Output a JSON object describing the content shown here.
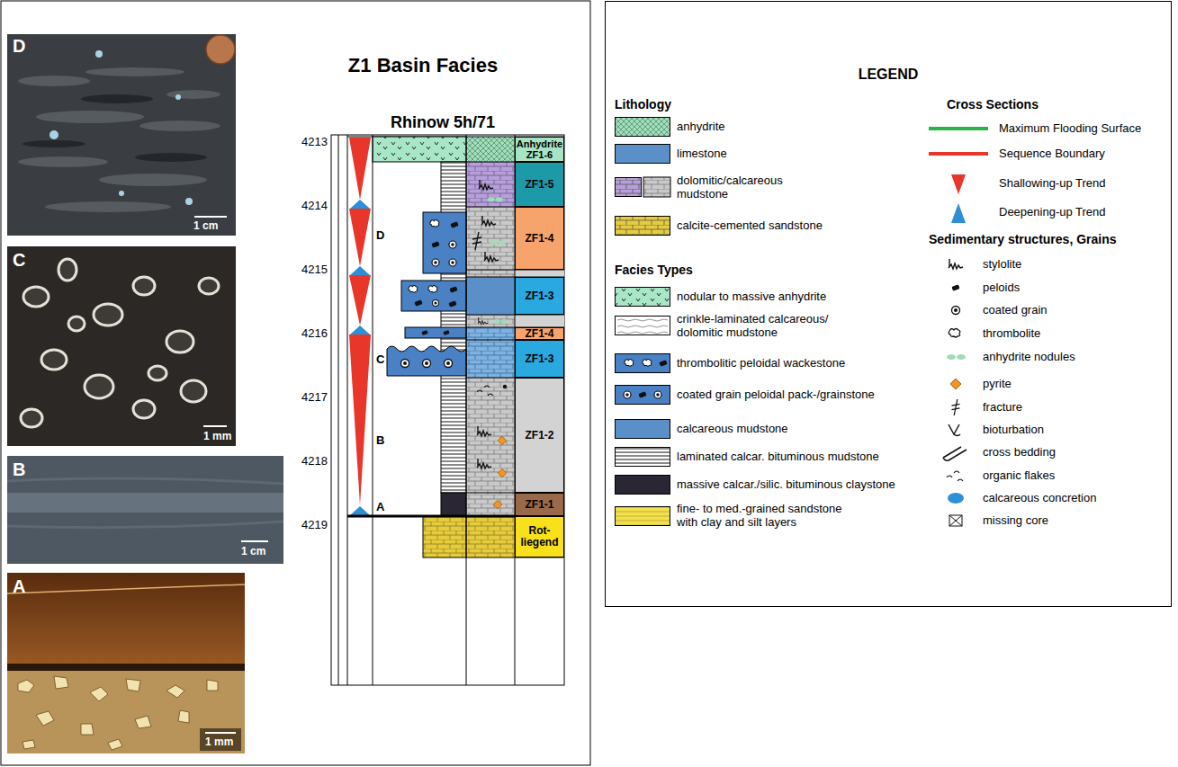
{
  "diagram": {
    "title": "Z1 Basin Facies",
    "nodes": [
      {
        "text": [
          "Anhydrite ZF1-6"
        ]
      },
      {
        "text": [
          "ZF1-5"
        ]
      },
      {
        "text": [
          "ZF1-4"
        ]
      },
      {
        "text": [
          "ZF1-3"
        ]
      },
      {
        "text": [
          "ZF1-4"
        ]
      },
      {
        "text": [
          "ZF1-3"
        ]
      },
      {
        "text": [
          "ZF1-2"
        ]
      },
      {
        "text": [
          "ZF1-1"
        ]
      },
      {
        "text": [
          "Rot- liegend"
        ]
      }
    ],
    "labels": [
      "D",
      "1 cm",
      "C",
      "1 mm",
      "B",
      "1 cm",
      "A",
      "1 mm",
      "Rhinow 5h/71",
      "4213",
      "4214",
      "4215",
      "4216",
      "4217",
      "4218",
      "4219",
      "D",
      "C",
      "B",
      "A",
      "LEGEND",
      "Lithology",
      "Facies Types",
      "Cross Sections",
      "Sedimentary structures, Grains"
    ],
    "legend": [
      {
        "text": "anhydrite",
        "color": "#a4dcbc"
      },
      {
        "text": "limestone",
        "color": "#5b8fc8"
      },
      {
        "text": "dolomitic/calcareous mudstone",
        "color": "#b79fd9"
      },
      {
        "text": "calcite-cemented sandstone",
        "color": "#e6cc3c"
      },
      {
        "text": "nodular to massive anhydrite",
        "color": "#a8e6c8"
      },
      {
        "text": "crinkle-laminated calcareous/ dolomitic mudstone",
        "color": "#ffffff"
      },
      {
        "text": "thrombolitic peloidal wackestone",
        "color": "#4a80c4"
      },
      {
        "text": "coated grain peloidal pack-/grainstone",
        "color": "#4a80c4"
      },
      {
        "text": "calcareous mudstone",
        "color": "#5b8fc8"
      },
      {
        "text": "laminated calcar. bituminous mudstone",
        "color": "#8a8a8a"
      },
      {
        "text": "massive calcar./silic. bituminous claystone",
        "color": "#2b2633"
      },
      {
        "text": "fine- to med.-grained sandstone with clay and silt layers",
        "color": "#f2e14a"
      },
      {
        "text": "Maximum Flooding Surface"
      },
      {
        "text": "Sequence Boundary"
      },
      {
        "text": "Shallowing-up Trend"
      },
      {
        "text": "Deepening-up Trend"
      },
      {
        "text": "stylolite"
      },
      {
        "text": "peloids"
      },
      {
        "text": "coated grain"
      },
      {
        "text": "thrombolite"
      },
      {
        "text": "anhydrite nodules"
      },
      {
        "text": "pyrite"
      },
      {
        "text": "fracture"
      },
      {
        "text": "bioturbation"
      },
      {
        "text": "cross bedding"
      },
      {
        "text": "organic flakes"
      },
      {
        "text": "calcareous concretion"
      },
      {
        "text": "missing core"
      }
    ]
  }
}
